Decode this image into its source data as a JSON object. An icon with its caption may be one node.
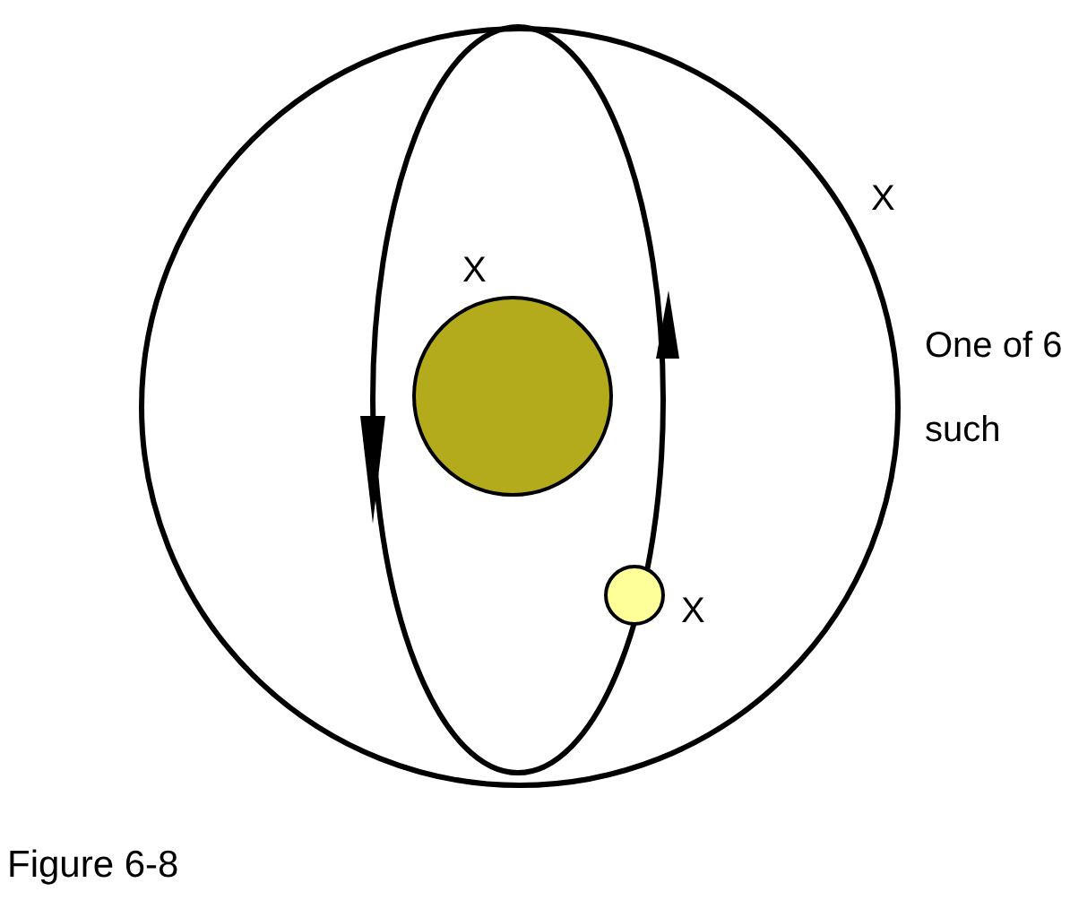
{
  "diagram": {
    "caption": "Figure 6-8",
    "labels": [
      "X",
      "X",
      "One of 6 such",
      "X"
    ]
  }
}
